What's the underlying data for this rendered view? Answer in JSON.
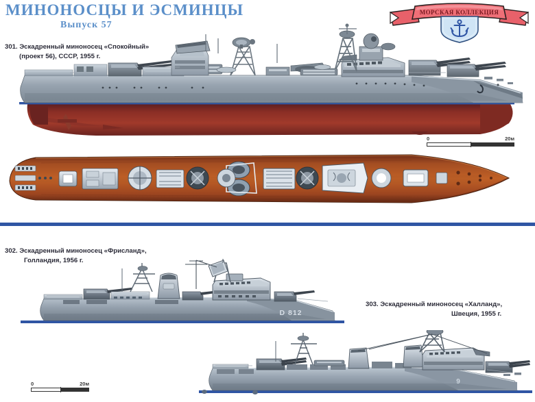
{
  "header": {
    "title": "МИНОНОСЦЫ И ЭСМИНЦЫ",
    "subtitle": "Выпуск  57",
    "title_color": "#5b8fc9"
  },
  "emblem": {
    "name": "morskaya-kollektsiya-emblem",
    "banner_text": "МОРСКАЯ КОЛЛЕКЦИЯ",
    "banner_color": "#e8616a",
    "shield_color": "#cfe4f5",
    "anchor_color": "#2f55a4",
    "shield_symbol": "anchor"
  },
  "plates": [
    {
      "number": "301.",
      "line1": "301.  Эскадренный миноносец «Спокойный»",
      "line2": "(проект 56), СССР, 1955 г.",
      "ship_name": "Спокойный",
      "project": "проект 56",
      "country": "СССР",
      "year": "1955 г.",
      "views": [
        "profile",
        "plan"
      ],
      "hull_upper_color": "#8e9aa6",
      "hull_lower_color": "#7a2420",
      "waterline_color": "#2f55a4",
      "deck_plan_color": "#a8401d"
    },
    {
      "number": "302.",
      "line1": "302.  Эскадренный миноносец «Фрисланд»,",
      "line2": "Голландия, 1956 г.",
      "ship_name": "Фрисланд",
      "country": "Голландия",
      "year": "1956 г.",
      "hull_number": "D 812",
      "views": [
        "profile"
      ],
      "hull_upper_color": "#8f9ba8",
      "waterline_color": "#2f55a4"
    },
    {
      "number": "303.",
      "line1": "303.  Эскадренный миноносец «Халланд»,",
      "line2": "Швеция, 1955 г.",
      "ship_name": "Халланд",
      "country": "Швеция",
      "year": "1955 г.",
      "hull_number": "9",
      "views": [
        "profile"
      ],
      "hull_upper_color": "#97a3b0",
      "waterline_color": "#2f55a4"
    }
  ],
  "scalebars": [
    {
      "name": "scale-bar-top",
      "zero": "0",
      "max": "20м"
    },
    {
      "name": "scale-bar-bottom",
      "zero": "0",
      "max": "20м"
    }
  ],
  "separator": {
    "color": "#2f55a4"
  }
}
